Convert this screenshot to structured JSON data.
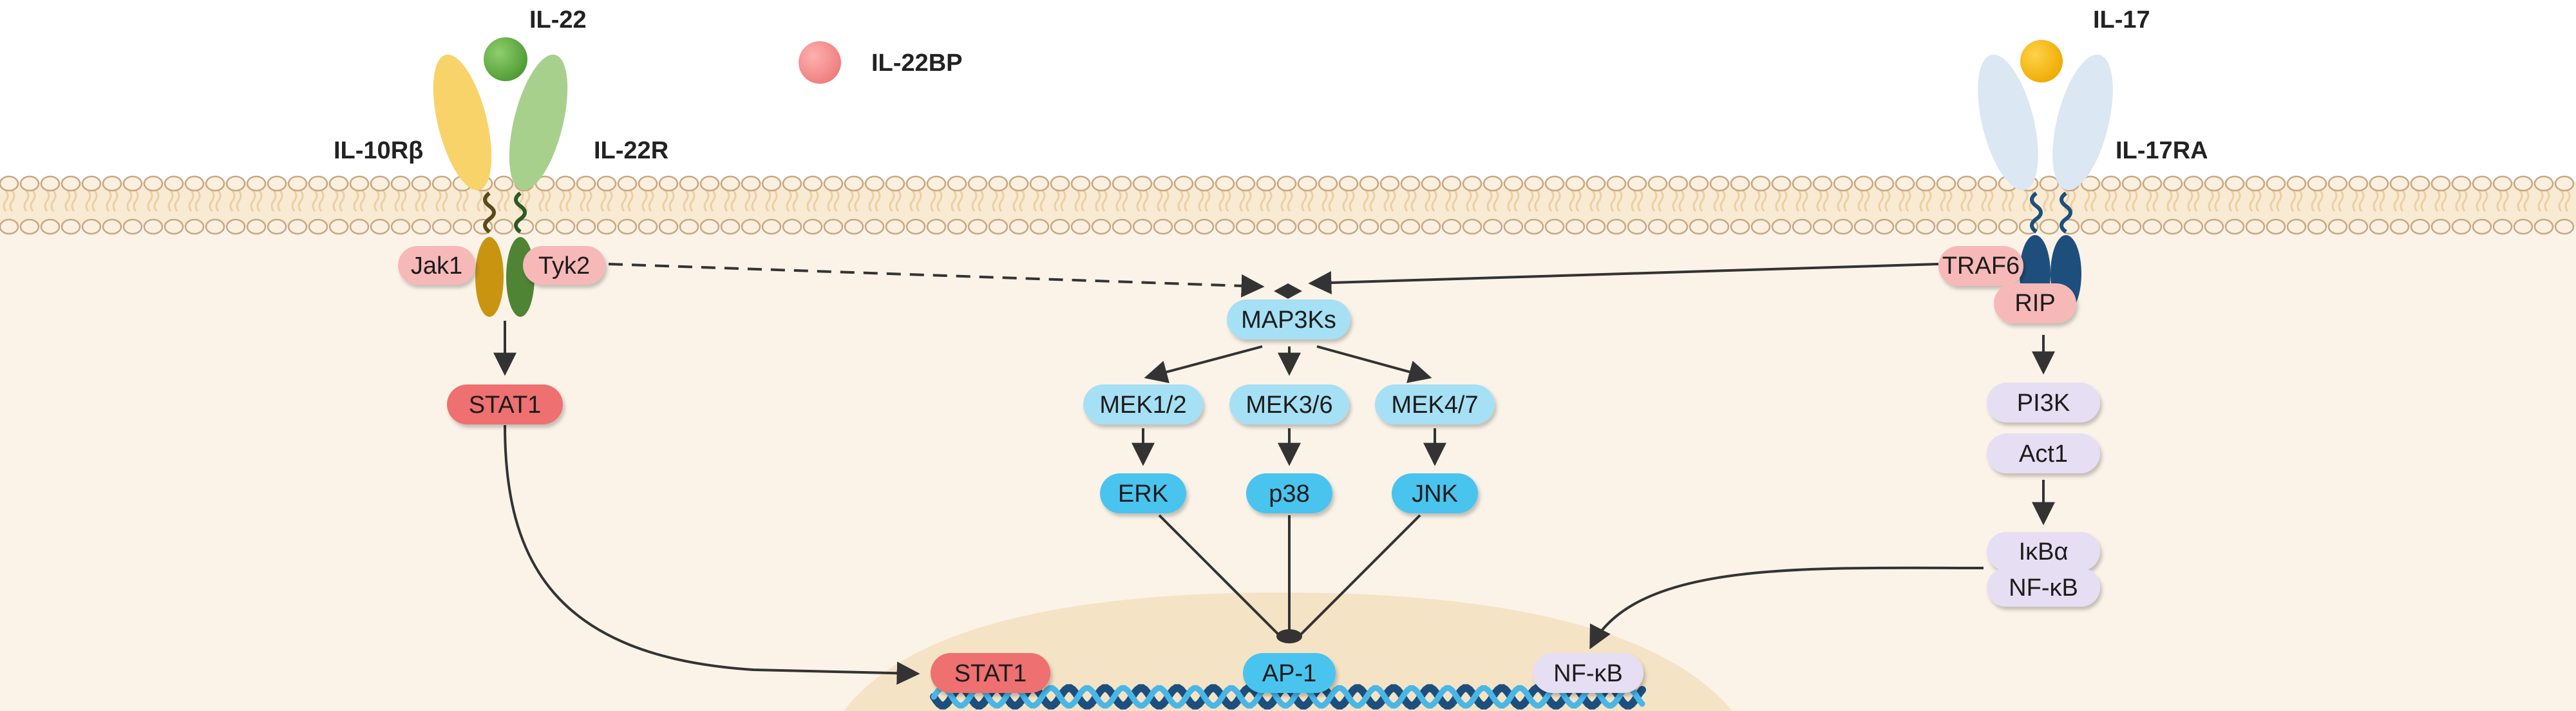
{
  "labels": {
    "il22": "IL-22",
    "il22bp": "IL-22BP",
    "il10rb": "IL-10Rβ",
    "il22r": "IL-22R",
    "il17": "IL-17",
    "il17ra": "IL-17RA"
  },
  "nodes": {
    "jak1": "Jak1",
    "tyk2": "Tyk2",
    "stat1_top": "STAT1",
    "map3ks": "MAP3Ks",
    "mek12": "MEK1/2",
    "mek36": "MEK3/6",
    "mek47": "MEK4/7",
    "erk": "ERK",
    "p38": "p38",
    "jnk": "JNK",
    "traf6": "TRAF6",
    "rip": "RIP",
    "pi3k": "PI3K",
    "act1": "Act1",
    "ikba": "IκBα",
    "nfkb_cyto": "NF-κB",
    "stat1_nuc": "STAT1",
    "ap1": "AP-1",
    "nfkb_nuc": "NF-κB"
  },
  "colors": {
    "membrane": "#f4e0c0",
    "cytoplasm": "#fbf3e8",
    "nucleus": "#f5e3c6",
    "il22_ligand": "#6ab04c",
    "il22bp": "#f08a8a",
    "il17_ligand": "#f6b800",
    "il10rb_receptor": "#f7d36a",
    "il22r_receptor": "#a8d08d",
    "il17ra_receptor": "#dbe7f3",
    "pink_node": "#f6b9b8",
    "red_node": "#ee6f6f",
    "light_blue_node": "#a6e0f4",
    "blue_node": "#49c4ee",
    "lavender_node": "#e6def3",
    "dna": "#1c4f7d"
  }
}
